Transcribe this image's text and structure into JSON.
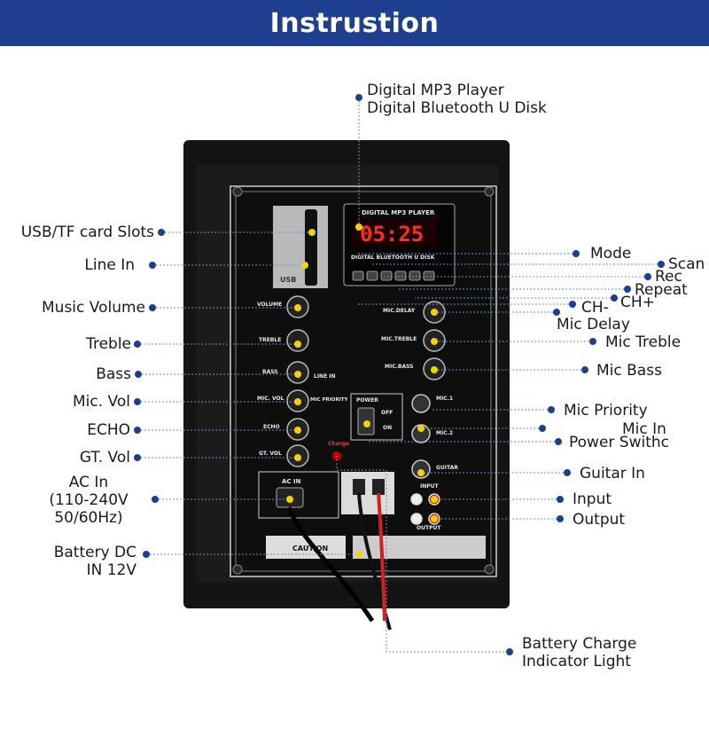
{
  "banner": {
    "title": "Instrustion"
  },
  "display": {
    "header": "DIGITAL MP3 PLAYER",
    "time": "05:25",
    "sub": "DIGITAL BLUETOOTH U DISK"
  },
  "panel_labels": {
    "volume": "VOLUME",
    "treble": "TREBLE",
    "bass": "BASS",
    "mic_vol": "MIC. VOL",
    "echo": "ECHO",
    "gt_vol": "GT. VOL",
    "mic_delay": "MIC.DELAY",
    "mic_treble": "MIC.TREBLE",
    "mic_bass": "MIC.BASS",
    "power": "POWER",
    "off": "OFF",
    "on": "ON",
    "mic1": "MIC.1",
    "mic2": "MIC.2",
    "guitar": "GUITAR",
    "input": "INPUT",
    "output": "OUTPUT",
    "ac_in": "AC IN",
    "caution": "CAUTION",
    "charge": "Charge",
    "usb": "USB",
    "line_in": "LINE IN",
    "mic_priority": "MIC PRIORITY"
  },
  "callouts": {
    "top": [
      "Digital MP3 Player",
      "Digital Bluetooth U Disk"
    ],
    "usb_tf": "USB/TF card Slots",
    "line_in": "Line In",
    "music_volume": "Music Volume",
    "treble": "Treble",
    "bass": "Bass",
    "mic_vol": "Mic. Vol",
    "echo": "ECHO",
    "gt_vol": "GT. Vol",
    "ac_in": "AC In\n(110-240V\n50/60Hz)",
    "battery_dc": "Battery DC\nIN 12V",
    "mode": "Mode",
    "scan": "Scan",
    "rec": "Rec",
    "repeat": "Repeat",
    "ch_plus": "CH+",
    "ch_minus": "CH-",
    "mic_delay": "Mic Delay",
    "mic_treble": "Mic Treble",
    "mic_bass": "Mic Bass",
    "mic_priority": "Mic Priority",
    "mic_in": "Mic In",
    "power_switch": "Power Swithc",
    "guitar_in": "Guitar In",
    "input": "Input",
    "output": "Output",
    "battery_charge": "Battery Charge\nIndicator Light"
  },
  "colors": {
    "banner": "#1e3f8f",
    "dot": "#1e3f8f",
    "marker": "#f2d200",
    "display": "#ff2a2a"
  }
}
